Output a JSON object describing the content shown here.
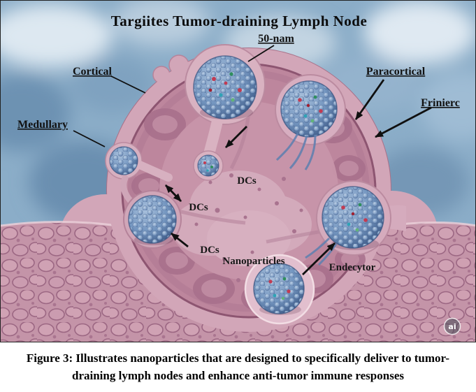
{
  "figure": {
    "title": "Targiites Tumor-draining Lymph Node",
    "labels": {
      "size": "50-nam",
      "cortical": "Cortical",
      "paracortical": "Paracortical",
      "frinierc": "Frinierc",
      "medullary": "Medullary",
      "dcs_center": "DCs",
      "dcs_left": "DCs",
      "dcs_lower": "DCs",
      "nanoparticles": "Nanoparticles",
      "endecytor": "Endecytor"
    },
    "watermark": "ai"
  },
  "caption": {
    "text": "Figure 3: Illustrates nanoparticles that are designed to specifically deliver to tumor-draining lymph nodes and enhance anti-tumor immune responses"
  },
  "colors": {
    "background_blue": "#8badc8",
    "tissue_pink": "#c494a8",
    "capsule_pink": "#d2a6b8",
    "node_cortex": "#bd869d",
    "nanoparticle_blue": "#7496c0",
    "label_color": "#111111"
  }
}
